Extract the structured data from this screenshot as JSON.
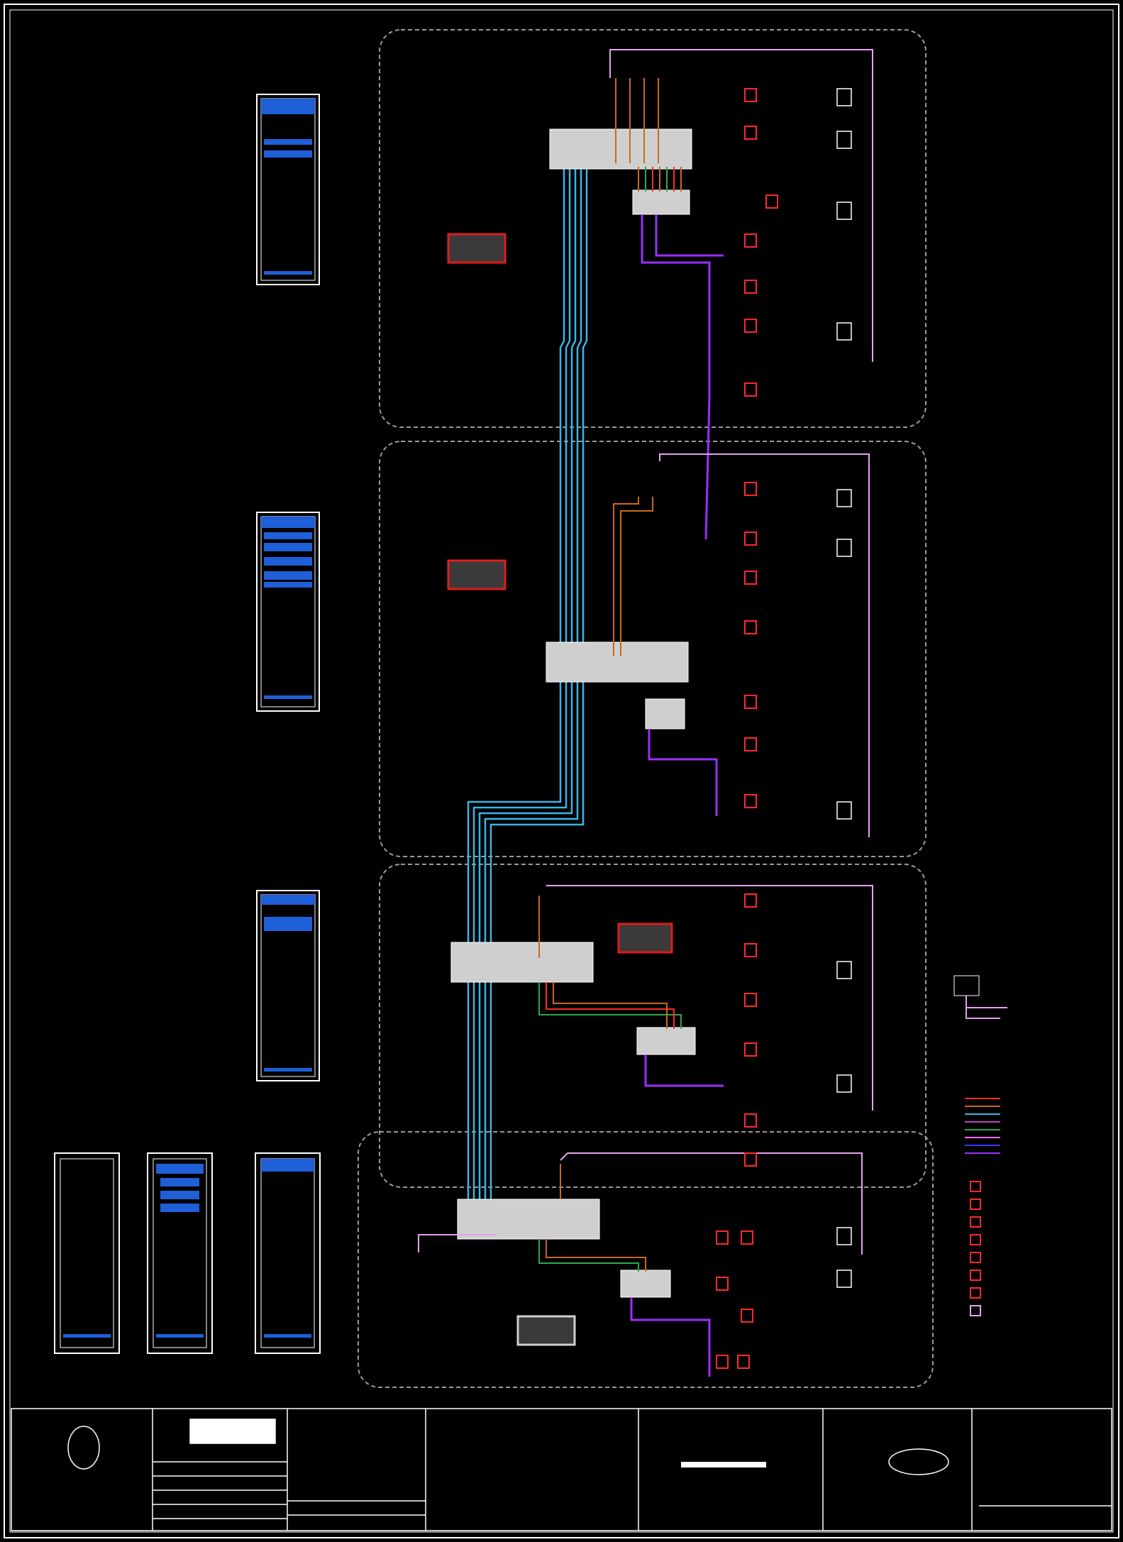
{
  "canvas": {
    "background": "#000000",
    "line": "#ffffff"
  },
  "colors": {
    "cloud": "#9a9a9a",
    "fiber": "#3ab4e6",
    "copper": "#c86a1e",
    "green": "#2ea84a",
    "data": "#c040c0",
    "power": "#ff2a2a",
    "voice": "#3a3aff",
    "purple": "#9a2fff",
    "pink": "#ff6aff",
    "lightpink": "#e6a0f0",
    "rack_blue": "#1f5fd8",
    "device_grey": "#cfcfcf",
    "red_device": "#e21b1b"
  },
  "floors": [
    {
      "id": "floor-4",
      "name": ""
    },
    {
      "id": "floor-3",
      "name": ""
    },
    {
      "id": "floor-2",
      "name": ""
    },
    {
      "id": "floor-1",
      "name": ""
    }
  ],
  "legend": {
    "heading": "",
    "lines": [
      {
        "color": "#ff2a2a"
      },
      {
        "color": "#c86a1e"
      },
      {
        "color": "#3ab4e6"
      },
      {
        "color": "#c040c0"
      },
      {
        "color": "#2ea84a"
      },
      {
        "color": "#ff6aff"
      },
      {
        "color": "#3a3aff"
      },
      {
        "color": "#9a2fff"
      }
    ]
  },
  "title_block": {
    "company": "",
    "note": "",
    "rows": [
      "",
      "",
      "",
      "",
      ""
    ]
  }
}
